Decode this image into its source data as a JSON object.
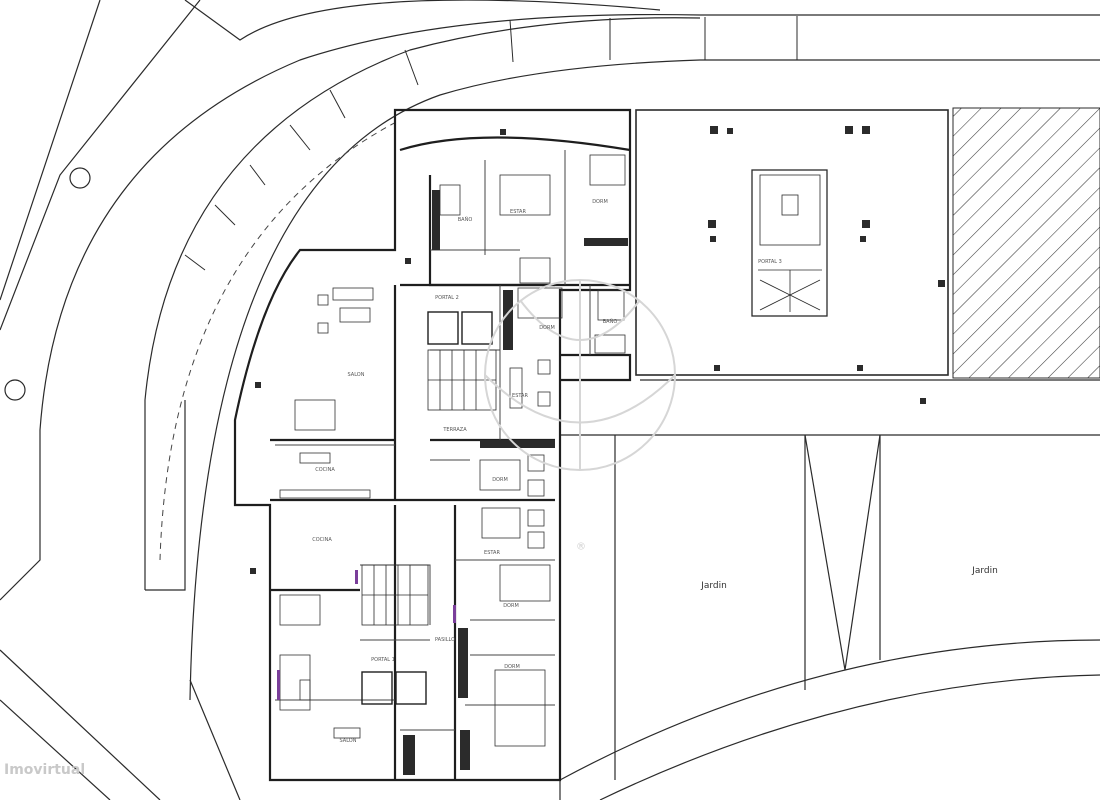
{
  "labels": {
    "jardin_a": "Jardin",
    "jardin_b": "Jardin",
    "portal_1": "PORTAL 1",
    "portal_2": "PORTAL 2",
    "portal_3": "PORTAL 3",
    "estar_top": "ESTAR",
    "salon_left": "SALON",
    "cocina_left": "COCINA",
    "dorm_top": "DORM",
    "bano_top": "BAÑO",
    "dorm_mid": "DORM",
    "bano_mid": "BAÑO",
    "terraza": "TERRAZA",
    "estar_mid": "ESTAR",
    "dorm_right": "DORM",
    "dorm_low": "DORM",
    "pasillo": "PASILLO",
    "salon_low": "SALON",
    "cocina_low": "COCINA",
    "estar_low": "ESTAR",
    "dorm_low2": "DORM",
    "registered": "®",
    "watermark": "Imovirtual"
  },
  "colors": {
    "line": "#2b2b2b",
    "thin": "#6a6a6a",
    "hatch": "#3a3a3a",
    "accent": "#7a3e9a",
    "watermark": "#cfcfcf"
  }
}
